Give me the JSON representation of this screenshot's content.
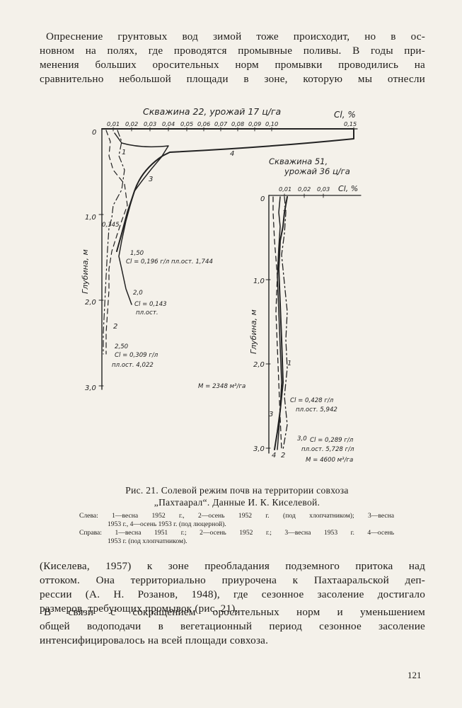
{
  "paragraphs": {
    "p1": [
      "Опреснение грунтовых вод зимой тоже происходит, но в ос-",
      "новном на полях, где проводятся промывные поливы. В годы при-",
      "менения больших оросительных норм промывки проводились на",
      "сравнительно небольшой площади в зоне, которую мы отнесли"
    ],
    "p2": [
      "(Киселева, 1957) к зоне преобладания подземного притока над",
      "оттоком. Она территориально приурочена к Пахтааральской деп-",
      "рессии (А. Н. Розанов, 1948), где сезонное засоление достигало",
      "размеров, требующих промывок (рис. 21)."
    ],
    "p3": [
      "В связи с сокращением оросительных норм и уменьшением",
      "общей водоподачи в вегетационный период сезонное засоление",
      "интенсифицировалось на всей площади совхоза."
    ]
  },
  "caption": {
    "line1": "Рис. 21. Солевой режим почв на территории совхоза",
    "line2": "„Пахтаарал“. Данные И. К. Киселевой."
  },
  "legend": {
    "left_line1": "Слева: 1—весна 1952 г., 2—осень 1952 г. (под хлопчатником); 3—весна",
    "left_line2": "1953 г., 4—осень 1953 г. (под люцерной).",
    "right_line1": "Справа: 1—весна 1951 г.; 2—осень 1952 г.; 3—весна 1953 г. 4—осень",
    "right_line2": "1953 г. (под хлопчатником)."
  },
  "figure": {
    "left_title": "Скважина 22, урожай 17 ц/га",
    "right_title_line1": "Скважина 51,",
    "right_title_line2": "урожай 36 ц/га",
    "cl_unit": "Cl, %",
    "left_ticks": [
      "0,01",
      "0,02",
      "0,03",
      "0,04",
      "0,05",
      "0,06",
      "0,07",
      "0,08",
      "0,09",
      "0,10",
      "0,15"
    ],
    "right_ticks": [
      "0,01",
      "0,02",
      "0,03"
    ],
    "depth_label": "Глубина, м",
    "left_depths": [
      "0",
      "1,0",
      "2,0",
      "3,0"
    ],
    "right_depths": [
      "0",
      "1,0",
      "2,0",
      "3,0"
    ],
    "left_annotations": {
      "a345": "0,345",
      "d150": "1,50",
      "d150_cl": "Cl = 0,196 г/л пл.ост. 1,744",
      "d20": "2,0",
      "d20_cl": "Cl = 0,143",
      "d20_pl": "пл.ост.",
      "d250": "2,50",
      "d250_cl": "Cl = 0,309 г/л",
      "d250_pl": "пл.ост. 4,022",
      "m": "M = 2348 м³/га"
    },
    "right_annotations": {
      "cl_428": "Cl = 0,428 г/л",
      "pl_5942": "пл.ост. 5,942",
      "d30": "3,0",
      "cl_289": "Cl = 0,289 г/л",
      "pl_5728": "пл.ост. 5,728 г/л",
      "m": "M = 4600 м³/га"
    },
    "curve_labels": {
      "l1": "1",
      "l2": "2",
      "l3": "3",
      "l4": "4",
      "r1": "1",
      "r2": "2",
      "r3": "3",
      "r4": "4"
    }
  },
  "page_number": "121"
}
